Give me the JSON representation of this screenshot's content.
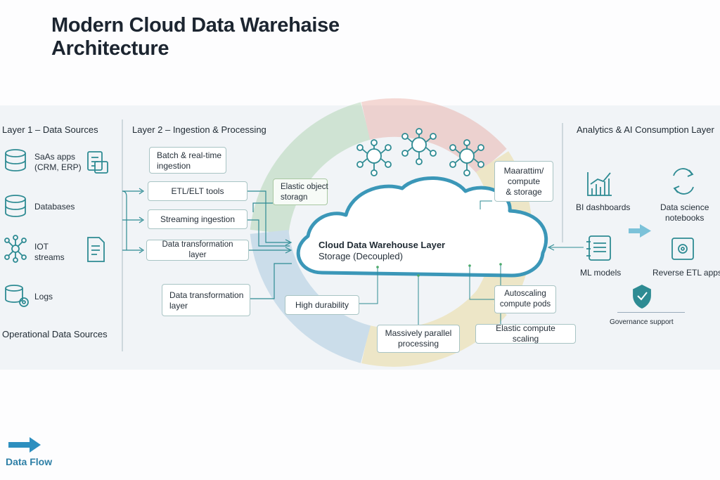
{
  "title": "Modern Cloud Data Warehaise Architecture",
  "layer1": {
    "header": "Layer 1 – Data Sources",
    "items": [
      {
        "label": "SaAs apps\n(CRM, ERP)",
        "icon": "database-icon"
      },
      {
        "label": "Databases",
        "icon": "database-icon"
      },
      {
        "label": "IOT\nstreams",
        "icon": "network-icon"
      },
      {
        "label": "Logs",
        "icon": "database-gear-icon"
      }
    ],
    "footer": "Operational Data Sources"
  },
  "layer2": {
    "header": "Layer 2 – Ingestion & Processing",
    "batch": "Batch & real-time\ningestion",
    "etl": "ETL/ELT tools",
    "streaming": "Streaming ingestion",
    "transform": "Data transformation layer",
    "elastic_object": "Elastic object\nstoragn",
    "transform2": "Data transformation\nlayer"
  },
  "cloud": {
    "title": "Cloud Data Warehouse Layer",
    "subtitle": "Storage (Decoupled)",
    "callouts": {
      "maarattim": "Maarattim/\ncompute\n& storage",
      "high_durability": "High durability",
      "massively_parallel": "Massively parallel\nprocessing",
      "autoscaling": "Autoscaling\ncompute pods",
      "elastic_compute": "Elastic compute scaling"
    }
  },
  "analytics": {
    "header": "Analytics & AI Consumption Layer",
    "bi": "BI dashboards",
    "data_science": "Data science\nnotebooks",
    "ml": "ML models",
    "reverse_etl": "Reverse ETL apps",
    "governance": "Governance support"
  },
  "legend": {
    "data_flow": "Data Flow"
  },
  "colors": {
    "teal": "#2e8b93",
    "blue_accent": "#3b97b8",
    "box_border": "#a8c4c4"
  }
}
